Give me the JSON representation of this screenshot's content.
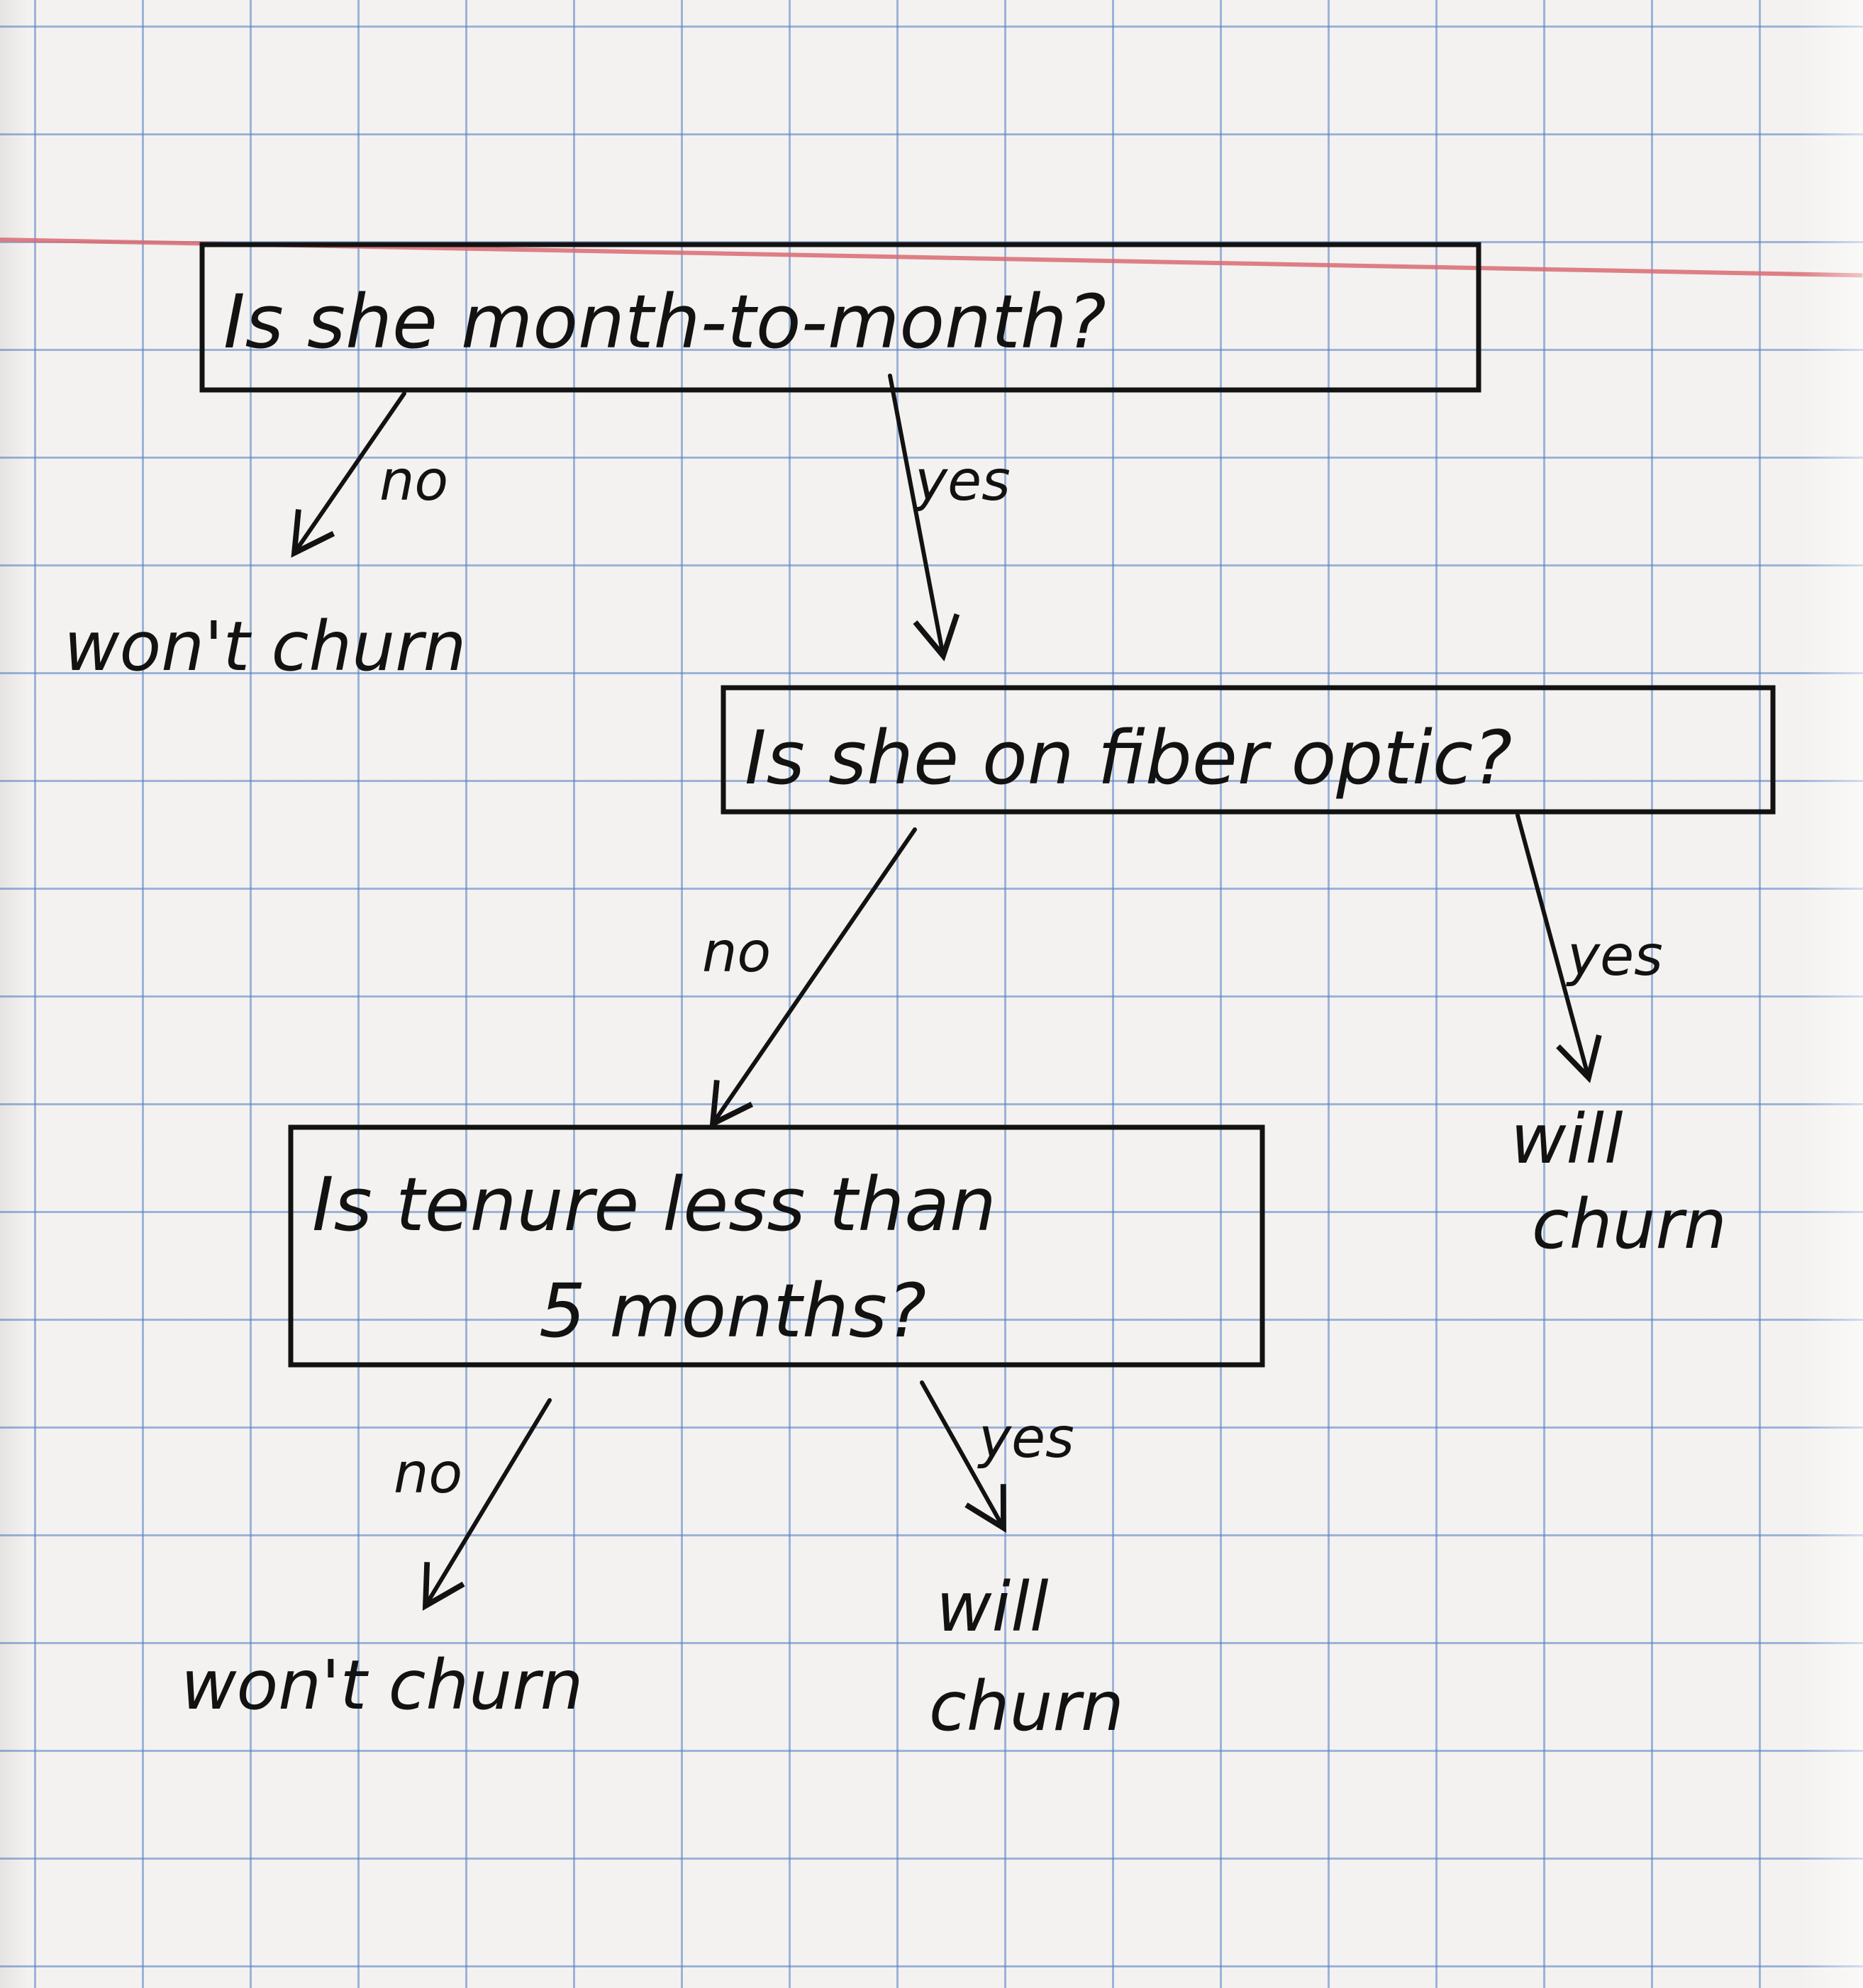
{
  "nodes": {
    "q1": {
      "text": "Is she month-to-month?"
    },
    "q2": {
      "text": "Is she on fiber optic?"
    },
    "q3": {
      "line1": "Is tenure less than",
      "line2": "5 months?"
    },
    "leaf1": {
      "text": "won't churn"
    },
    "leaf2": {
      "line1": "will",
      "line2": "churn"
    },
    "leaf3": {
      "text": "won't churn"
    },
    "leaf4": {
      "line1": "will",
      "line2": "churn"
    }
  },
  "edges": [
    {
      "from": "q1",
      "to": "leaf1",
      "label": "no"
    },
    {
      "from": "q1",
      "to": "q2",
      "label": "yes"
    },
    {
      "from": "q2",
      "to": "q3",
      "label": "no"
    },
    {
      "from": "q2",
      "to": "leaf2",
      "label": "yes"
    },
    {
      "from": "q3",
      "to": "leaf3",
      "label": "no"
    },
    {
      "from": "q3",
      "to": "leaf4",
      "label": "yes"
    }
  ]
}
